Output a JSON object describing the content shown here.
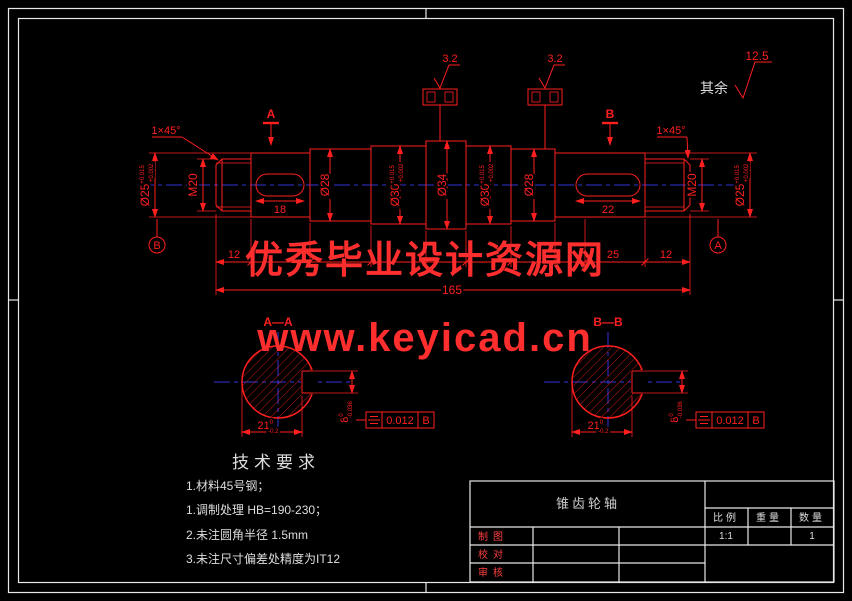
{
  "colors": {
    "drawing_line": "#ff1f1f",
    "centerline": "#3535d8",
    "frame": "#e8e8e8",
    "watermark": "#ff2e2e",
    "background": "#000000"
  },
  "watermark": {
    "line1": "优秀毕业设计资源网",
    "line2": "www.keyicad.cn"
  },
  "surface": {
    "finish1": "3.2",
    "finish2": "3.2",
    "rest_label": "其余",
    "rest_value": "12.5"
  },
  "chamfer": {
    "left": "1×45°",
    "right": "1×45°"
  },
  "marks": {
    "cut_a": "A",
    "cut_b": "B",
    "datum_b": "B",
    "datum_a": "A"
  },
  "dims": {
    "dia25_left": "Ø25",
    "dia25_left_tol_hi": "+0.015",
    "dia25_left_tol_lo": "+0.002",
    "m20_left": "M20",
    "key_left_len": "18",
    "dia28_left": "Ø28",
    "dia30_left": "Ø30",
    "dia30_left_tol_hi": "+0.015",
    "dia30_left_tol_lo": "+0.002",
    "dia34": "Ø34",
    "dia30_right": "Ø30",
    "dia30_right_tol_hi": "+0.015",
    "dia30_right_tol_lo": "+0.002",
    "dia28_right": "Ø28",
    "key_right_len": "22",
    "m20_right": "M20",
    "dia25_right": "Ø25",
    "dia25_right_tol_hi": "+0.015",
    "dia25_right_tol_lo": "+0.002",
    "chain1": "12",
    "chain2": "25",
    "chain3": "12",
    "overall": "165"
  },
  "section_a": {
    "label": "A—A",
    "width": "21",
    "width_tol_hi": "0",
    "width_tol_lo": "-0.2",
    "key_width": "8",
    "key_tol_hi": "0",
    "key_tol_lo": "-0.036",
    "tol_value": "0.012",
    "tol_datum": "B"
  },
  "section_b": {
    "label": "B—B",
    "width": "21",
    "width_tol_hi": "0",
    "width_tol_lo": "-0.2",
    "key_width": "8",
    "key_tol_hi": "0",
    "key_tol_lo": "-0.036",
    "tol_value": "0.012",
    "tol_datum": "B"
  },
  "tech": {
    "heading": "技术要求",
    "items": [
      "1.材料45号钢；",
      "1.调制处理 HB=190-230；",
      "2.未注圆角半径 1.5mm",
      "3.未注尺寸偏差处精度为IT12"
    ]
  },
  "titleblock": {
    "part_name": "锥齿轮轴",
    "drawn_label": "制图",
    "check_label": "校对",
    "audit_label": "审核",
    "scale_label": "比例",
    "weight_label": "重量",
    "qty_label": "数量",
    "scale_value": "1:1",
    "qty_value": "1"
  }
}
